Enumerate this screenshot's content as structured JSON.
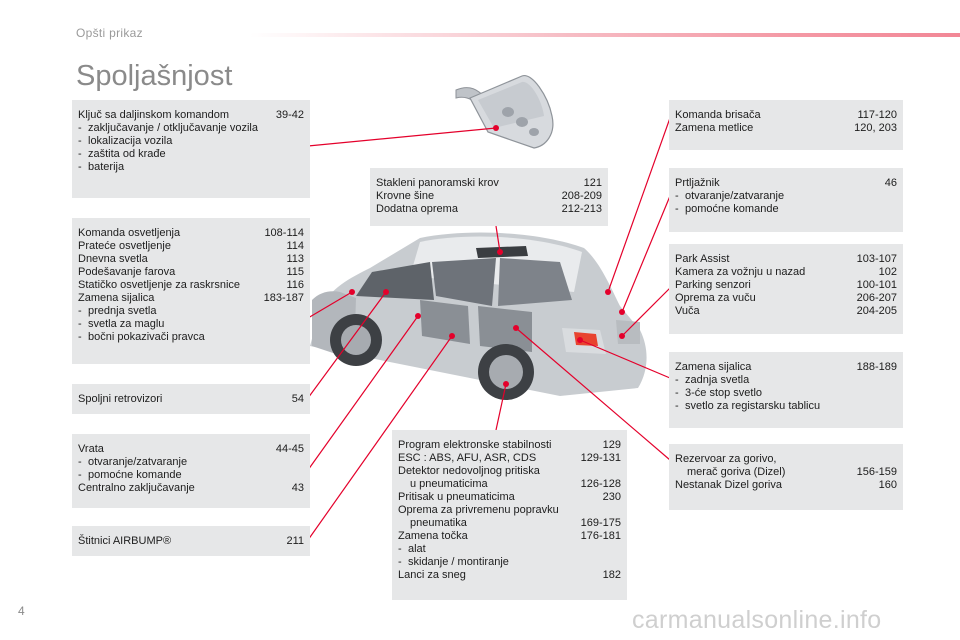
{
  "header": {
    "section": "Opšti prikaz",
    "title": "Spoljašnjost",
    "page_number": "4"
  },
  "watermark": "carmanualsonline.info",
  "boxes": {
    "key": {
      "lines": [
        {
          "label": "Ključ sa daljinskom komandom",
          "page": "39-42"
        },
        {
          "label": "zaključavanje / otključavanje vozila",
          "sub": true
        },
        {
          "label": "lokalizacija vozila",
          "sub": true
        },
        {
          "label": "zaštita od krađe",
          "sub": true
        },
        {
          "label": "baterija",
          "sub": true
        }
      ]
    },
    "lighting": {
      "lines": [
        {
          "label": "Komanda osvetljenja",
          "page": "108-114"
        },
        {
          "label": "Prateće osvetljenje",
          "page": "114"
        },
        {
          "label": "Dnevna svetla",
          "page": "113"
        },
        {
          "label": "Podešavanje farova",
          "page": "115"
        },
        {
          "label": "Statičko osvetljenje za raskrsnice",
          "page": "116"
        },
        {
          "label": "Zamena sijalica",
          "page": "183-187"
        },
        {
          "label": "prednja svetla",
          "sub": true
        },
        {
          "label": "svetla za maglu",
          "sub": true
        },
        {
          "label": "bočni pokazivači pravca",
          "sub": true
        }
      ]
    },
    "mirrors": {
      "lines": [
        {
          "label": "Spoljni retrovizori",
          "page": "54"
        }
      ]
    },
    "doors": {
      "lines": [
        {
          "label": "Vrata",
          "page": "44-45"
        },
        {
          "label": "otvaranje/zatvaranje",
          "sub": true
        },
        {
          "label": "pomoćne komande",
          "sub": true
        },
        {
          "label": "Centralno zaključavanje",
          "page": "43"
        }
      ]
    },
    "airbump": {
      "lines": [
        {
          "label": "Štitnici AIRBUMP®",
          "page": "211"
        }
      ]
    },
    "roof": {
      "lines": [
        {
          "label": "Stakleni panoramski krov",
          "page": "121"
        },
        {
          "label": "Krovne šine",
          "page": "208-209"
        },
        {
          "label": "Dodatna oprema",
          "page": "212-213"
        }
      ]
    },
    "stability": {
      "lines": [
        {
          "label": "Program elektronske stabilnosti",
          "page": "129"
        },
        {
          "label": "ESC : ABS, AFU, ASR, CDS",
          "page": "129-131"
        },
        {
          "label": "Detektor nedovoljnog pritiska"
        },
        {
          "label": "u pneumaticima",
          "page": "126-128",
          "indent": true
        },
        {
          "label": "Pritisak u pneumaticima",
          "page": "230"
        },
        {
          "label": "Oprema za privremenu popravku"
        },
        {
          "label": "pneumatika",
          "page": "169-175",
          "indent": true
        },
        {
          "label": "Zamena točka",
          "page": "176-181"
        },
        {
          "label": "alat",
          "sub": true
        },
        {
          "label": "skidanje / montiranje",
          "sub": true
        },
        {
          "label": "Lanci za sneg",
          "page": "182"
        }
      ]
    },
    "wipers": {
      "lines": [
        {
          "label": "Komanda brisača",
          "page": "117-120"
        },
        {
          "label": "Zamena metlice",
          "page": "120, 203"
        }
      ]
    },
    "boot": {
      "lines": [
        {
          "label": "Prtljažnik",
          "page": "46"
        },
        {
          "label": "otvaranje/zatvaranje",
          "sub": true
        },
        {
          "label": "pomoćne komande",
          "sub": true
        }
      ]
    },
    "parking": {
      "lines": [
        {
          "label": "Park Assist",
          "page": "103-107"
        },
        {
          "label": "Kamera za vožnju u nazad",
          "page": "102"
        },
        {
          "label": "Parking senzori",
          "page": "100-101"
        },
        {
          "label": "Oprema za vuču",
          "page": "206-207"
        },
        {
          "label": "Vuča",
          "page": "204-205"
        }
      ]
    },
    "rear_bulbs": {
      "lines": [
        {
          "label": "Zamena sijalica",
          "page": "188-189"
        },
        {
          "label": "zadnja svetla",
          "sub": true
        },
        {
          "label": "3-će stop svetlo",
          "sub": true
        },
        {
          "label": "svetlo za registarsku tablicu",
          "sub": true
        }
      ]
    },
    "fuel": {
      "lines": [
        {
          "label": "Rezervoar za gorivo,"
        },
        {
          "label": "merač goriva (Dizel)",
          "page": "156-159",
          "indent": true
        },
        {
          "label": "Nestanak Dizel goriva",
          "page": "160"
        }
      ]
    }
  },
  "colors": {
    "accent": "#e4002b",
    "box_bg": "#e6e7e8",
    "title": "#8a8a8a"
  }
}
